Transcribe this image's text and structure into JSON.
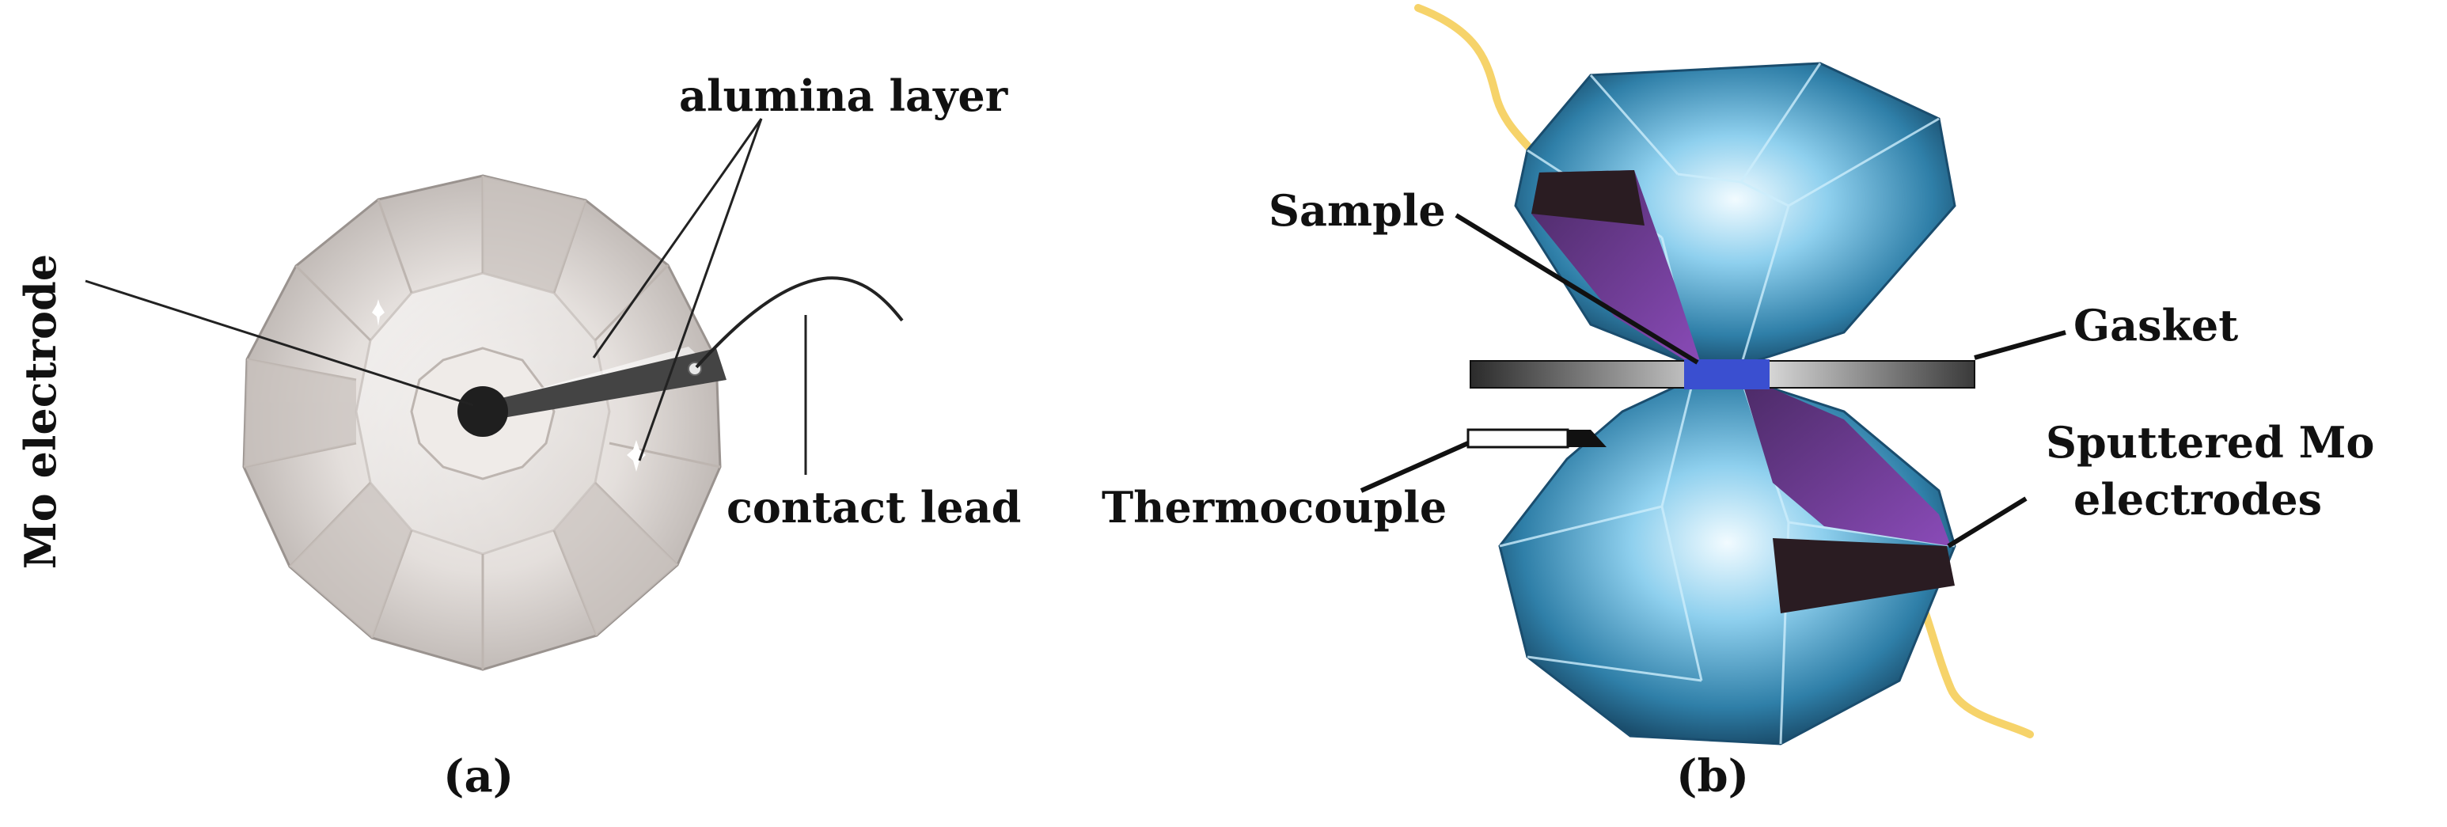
{
  "panel_a": {
    "caption": "(a)",
    "labels": {
      "mo_electrode": "Mo electrode",
      "alumina_layer": "alumina layer",
      "contact_lead": "contact lead"
    }
  },
  "panel_b": {
    "caption": "(b)",
    "labels": {
      "sample": "Sample",
      "gasket": "Gasket",
      "thermocouple": "Thermocouple",
      "sputtered_mo_line1": "Sputtered Mo",
      "sputtered_mo_line2": "electrodes"
    }
  },
  "colors": {
    "anvil_gray": "#d9d3cf",
    "diamond_blue": "#2f7fa8",
    "electrode_dark": "#2a1c22",
    "electrode_purple": "#6a3a8e",
    "sample_blue": "#3a4fd0",
    "lead_yellow": "#f6d36a"
  }
}
